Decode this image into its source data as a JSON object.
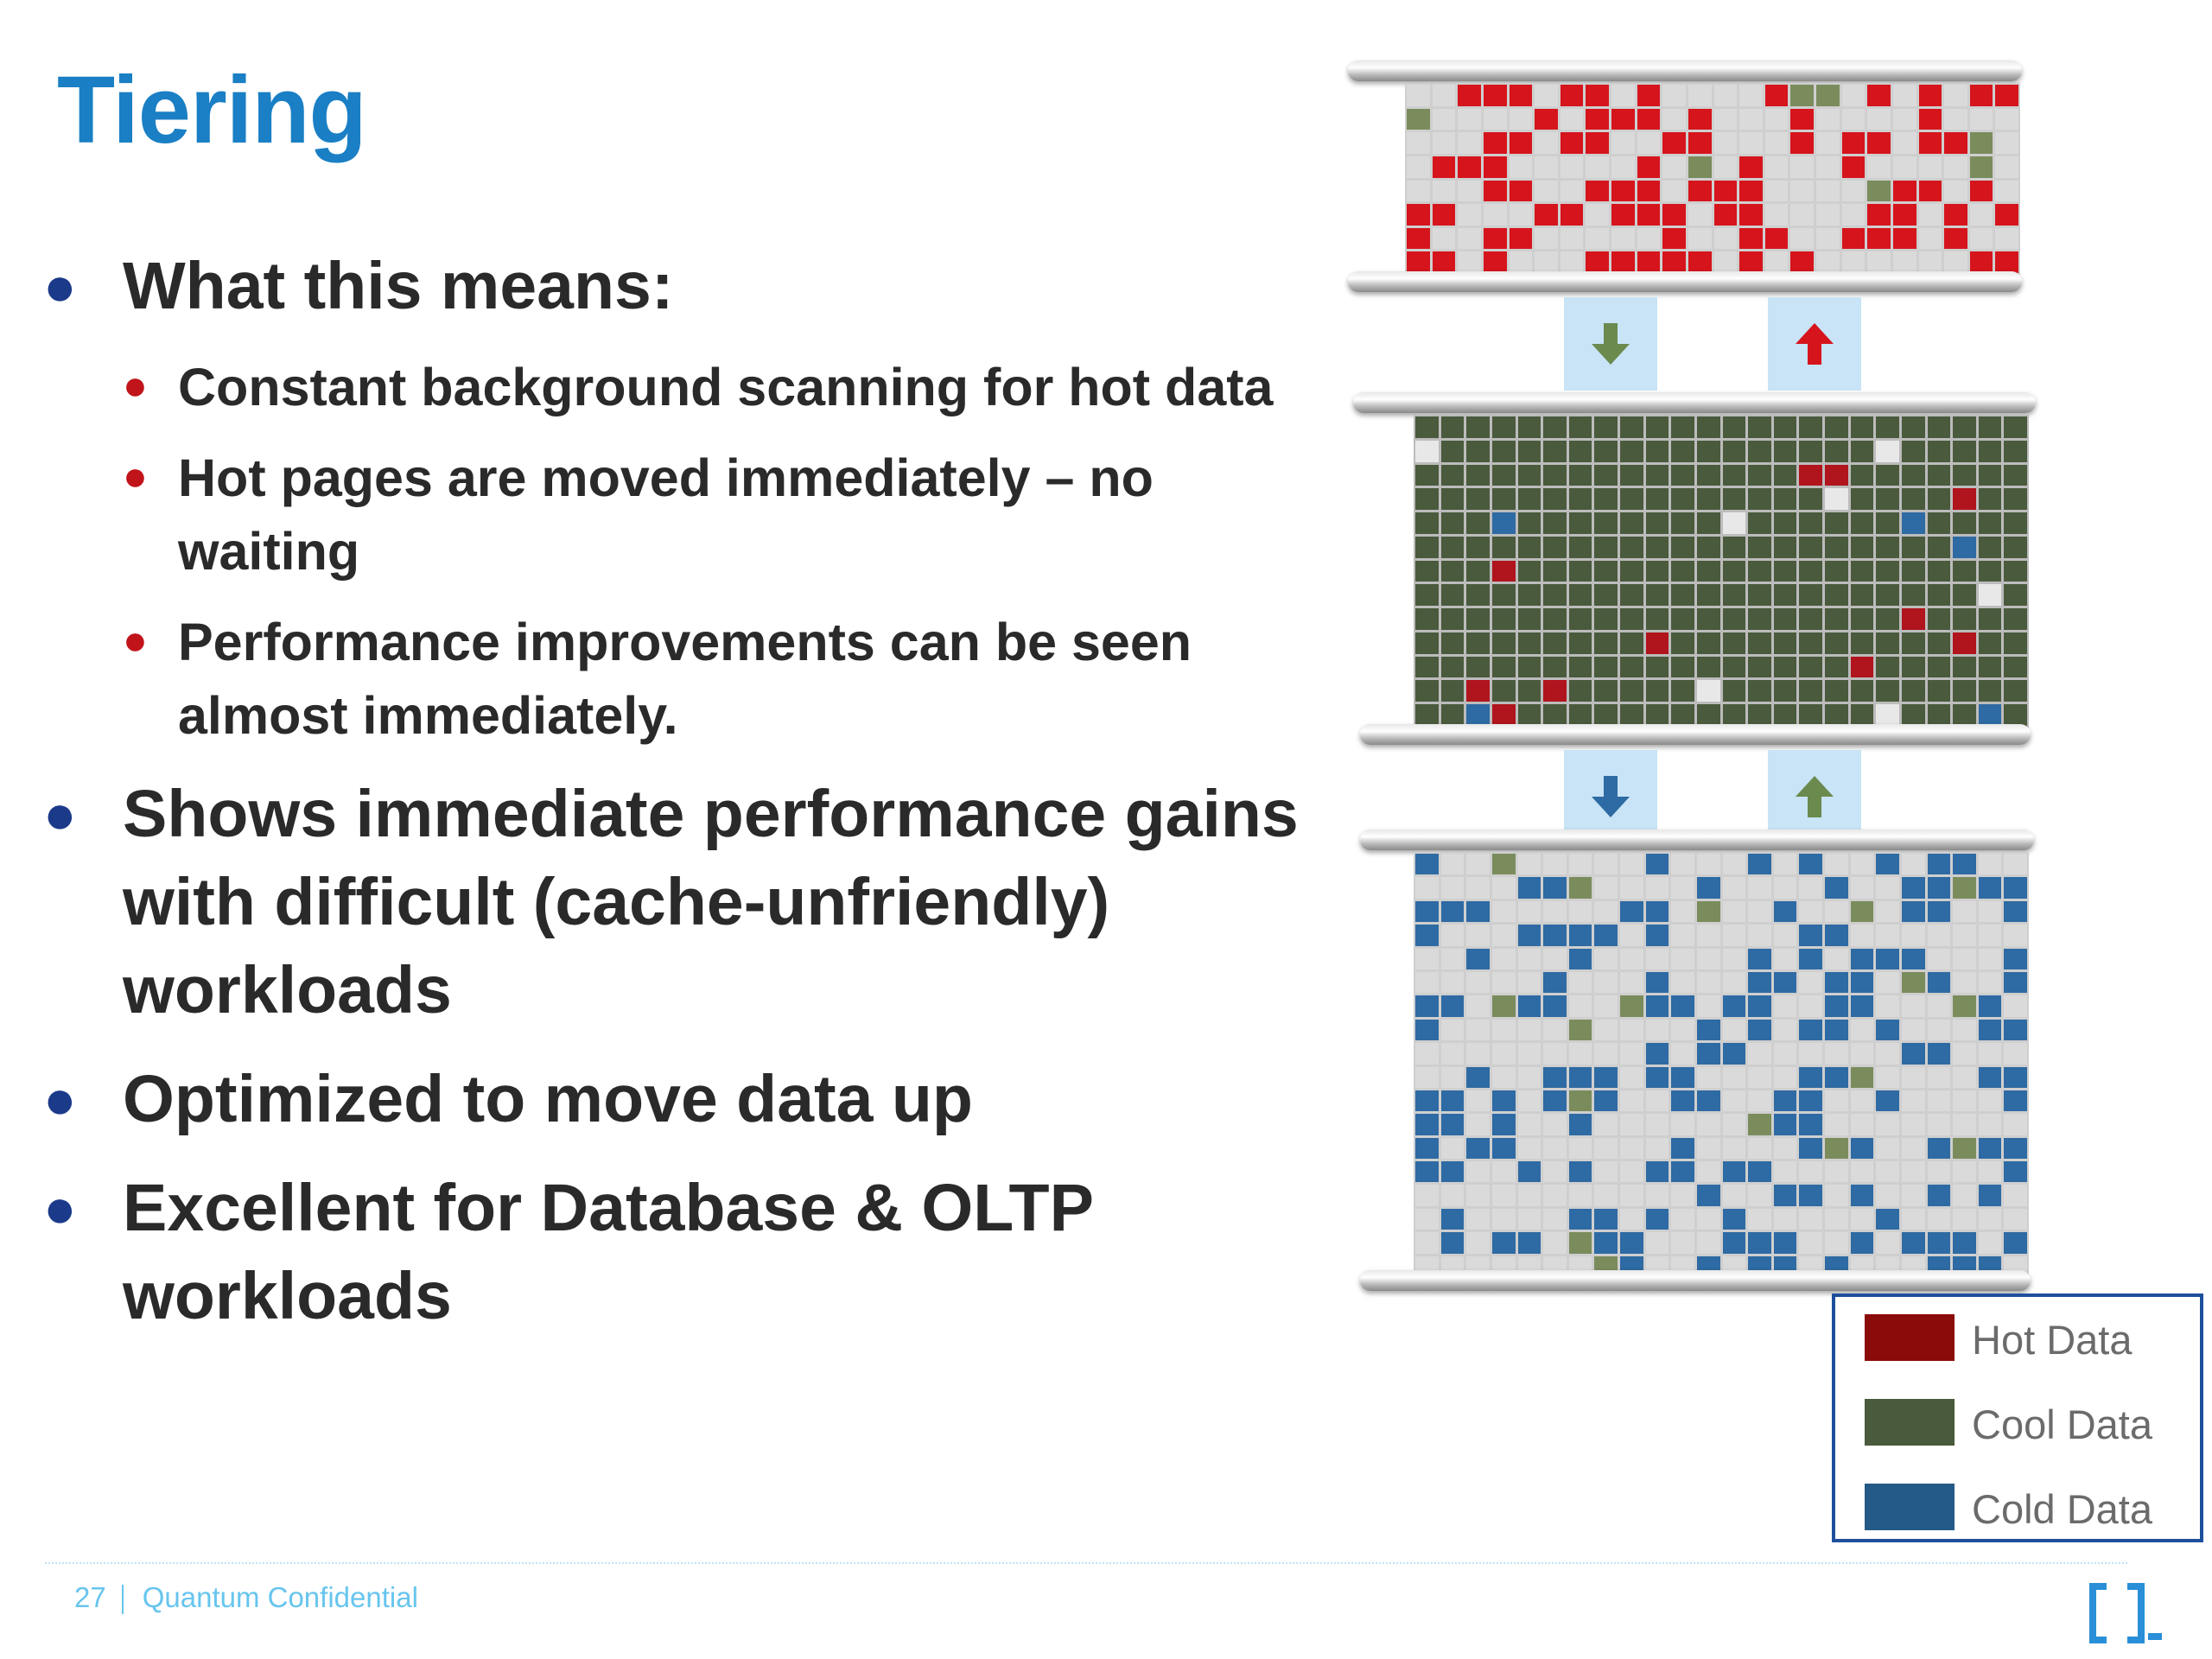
{
  "slide": {
    "title": "Tiering",
    "bullets": [
      {
        "text": "What this means:",
        "sub": [
          "Constant background scanning for hot data",
          "Hot pages are moved immediately – no waiting",
          "Performance improvements can be seen almost immediately."
        ]
      },
      {
        "text": "Shows immediate performance gains with difficult (cache-unfriendly) workloads",
        "sub": []
      },
      {
        "text": "Optimized to move data up",
        "sub": []
      },
      {
        "text": "Excellent for Database & OLTP workloads",
        "sub": []
      }
    ]
  },
  "legend": {
    "items": [
      {
        "label": "Hot Data",
        "color": "#8b0a0a"
      },
      {
        "label": "Cool Data",
        "color": "#4a5a3c"
      },
      {
        "label": "Cold Data",
        "color": "#245a87"
      }
    ]
  },
  "tiers": [
    {
      "name": "hot-tier",
      "base": "#dadada",
      "accents": [
        "#d6141c",
        "#7a8c5c"
      ],
      "arrows": [
        {
          "dir": "down",
          "color": "#6b8a4e"
        },
        {
          "dir": "up",
          "color": "#d6141c"
        }
      ]
    },
    {
      "name": "cool-tier",
      "base": "#4a5a3c",
      "accents": [
        "#e8e8e8",
        "#b0141c",
        "#2e6aa3"
      ],
      "arrows": [
        {
          "dir": "down",
          "color": "#2e6aa3"
        },
        {
          "dir": "up",
          "color": "#6b8a4e"
        }
      ]
    },
    {
      "name": "cold-tier",
      "base": "#dadada",
      "accents": [
        "#2e6aa3",
        "#7a8c5c"
      ],
      "arrows": []
    }
  ],
  "footer": {
    "page_number": "27",
    "confidential": "Quantum Confidential"
  }
}
